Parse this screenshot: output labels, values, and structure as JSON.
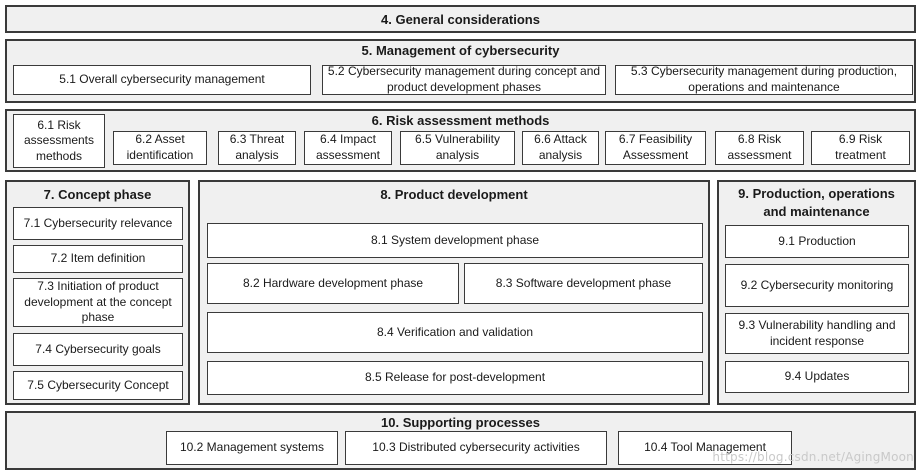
{
  "s4": {
    "title": "4. General considerations"
  },
  "s5": {
    "title": "5. Management of cybersecurity",
    "items": [
      "5.1 Overall cybersecurity management",
      "5.2 Cybersecurity management during concept and product development phases",
      "5.3 Cybersecurity management during production, operations and maintenance"
    ]
  },
  "s6": {
    "title": "6. Risk assessment methods",
    "items": [
      "6.1 Risk assessments methods",
      "6.2 Asset identification",
      "6.3 Threat analysis",
      "6.4 Impact assessment",
      "6.5 Vulnerability analysis",
      "6.6 Attack analysis",
      "6.7 Feasibility Assessment",
      "6.8 Risk assessment",
      "6.9 Risk treatment"
    ]
  },
  "s7": {
    "title": "7. Concept phase",
    "items": [
      "7.1 Cybersecurity relevance",
      "7.2 Item definition",
      "7.3 Initiation of product development at the concept phase",
      "7.4 Cybersecurity goals",
      "7.5 Cybersecurity Concept"
    ]
  },
  "s8": {
    "title": "8. Product development",
    "items": [
      "8.1 System development phase",
      "8.2 Hardware development phase",
      "8.3 Software development phase",
      "8.4 Verification and validation",
      "8.5 Release for post-development"
    ]
  },
  "s9": {
    "title": "9. Production, operations and maintenance",
    "items": [
      "9.1 Production",
      "9.2 Cybersecurity monitoring",
      "9.3 Vulnerability handling and incident response",
      "9.4 Updates"
    ]
  },
  "s10": {
    "title": "10. Supporting processes",
    "items": [
      "10.2 Management systems",
      "10.3 Distributed cybersecurity activities",
      "10.4 Tool Management"
    ]
  },
  "watermark": "https://blog.csdn.net/AgingMoon"
}
